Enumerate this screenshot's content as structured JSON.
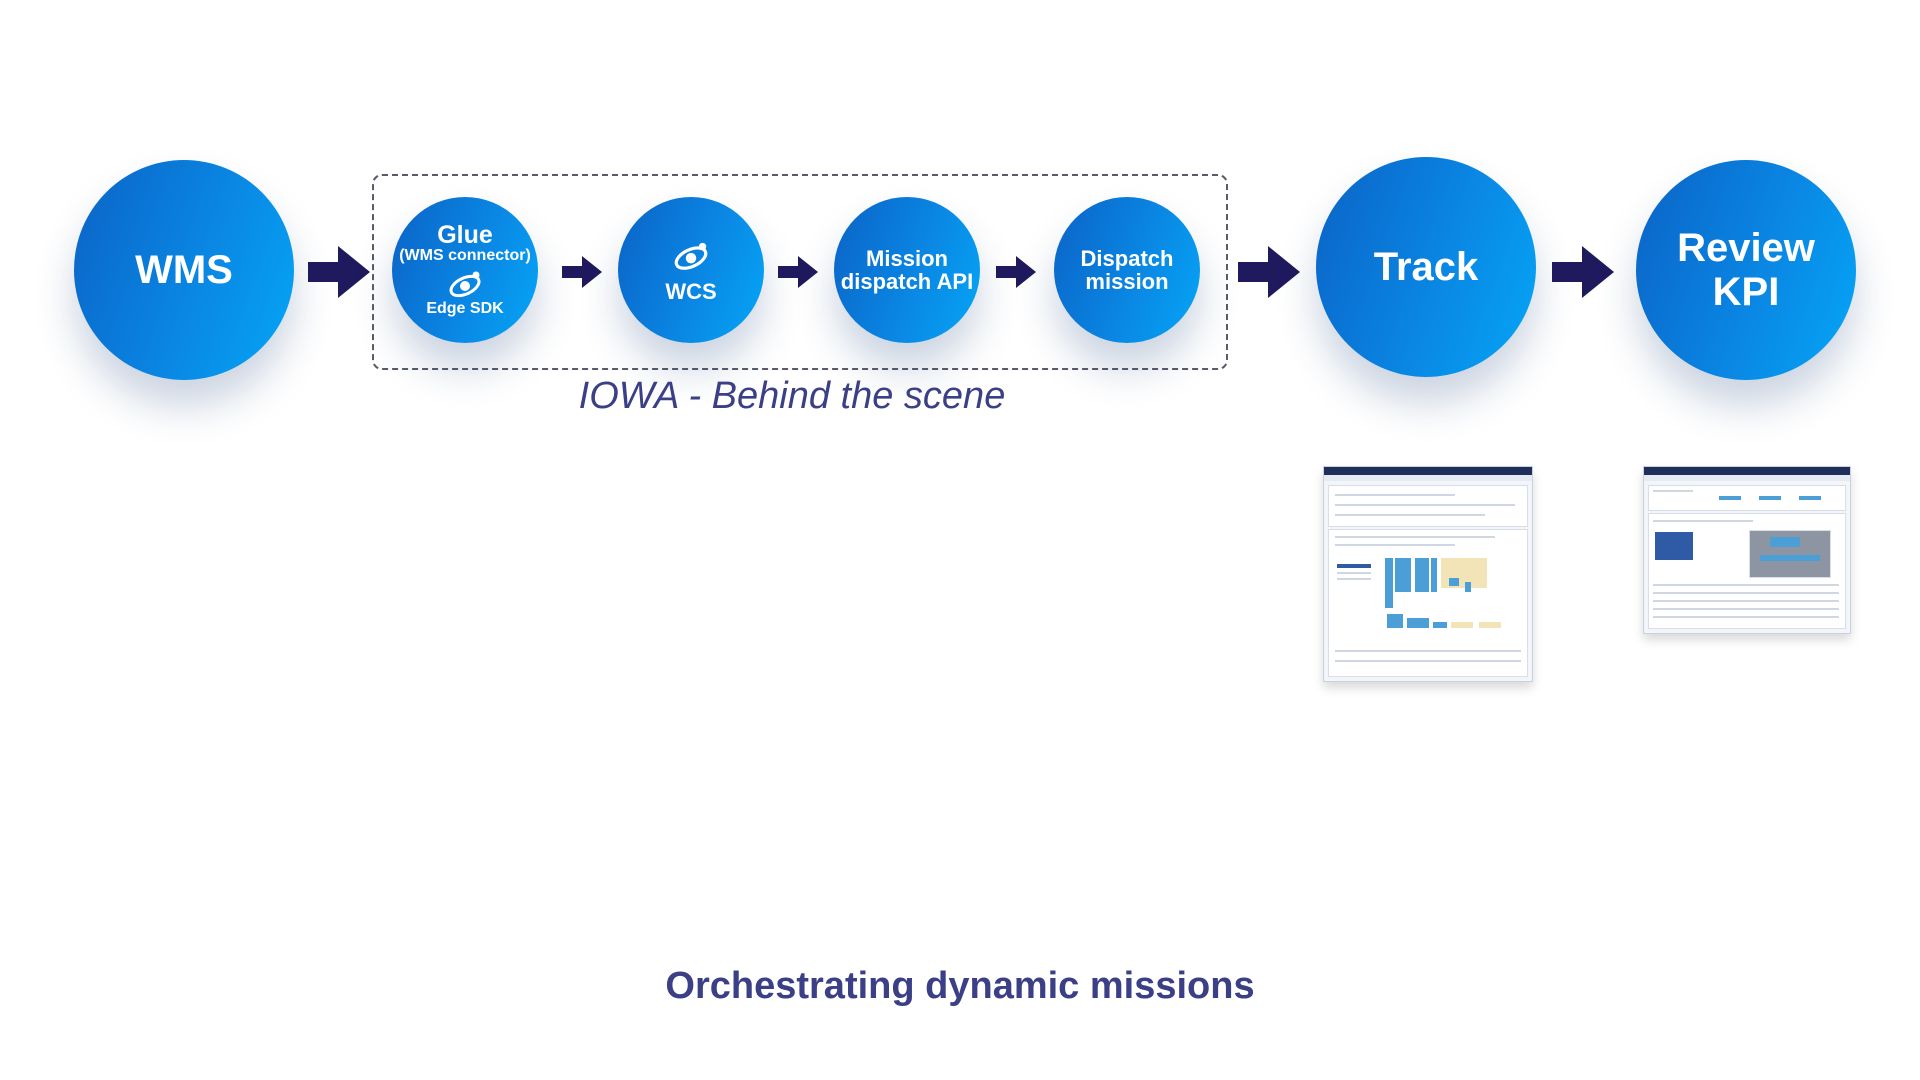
{
  "nodes": {
    "wms": "WMS",
    "glue_title": "Glue",
    "glue_subtitle": "(WMS connector)",
    "edge_sdk": "Edge SDK",
    "wcs": "WCS",
    "mission_api_line1": "Mission",
    "mission_api_line2": "dispatch API",
    "dispatch_line1": "Dispatch",
    "dispatch_line2": "mission",
    "track": "Track",
    "review_line1": "Review",
    "review_line2": "KPI"
  },
  "group_caption": "IOWA - Behind the scene",
  "title": "Orchestrating dynamic missions",
  "colors": {
    "circle_start": "#0b63c6",
    "circle_end": "#05a6f7",
    "arrow": "#1f1a5e",
    "text_accent": "#3b3f86"
  },
  "icons": [
    "arrow-right-icon",
    "orbit-logo-icon"
  ]
}
